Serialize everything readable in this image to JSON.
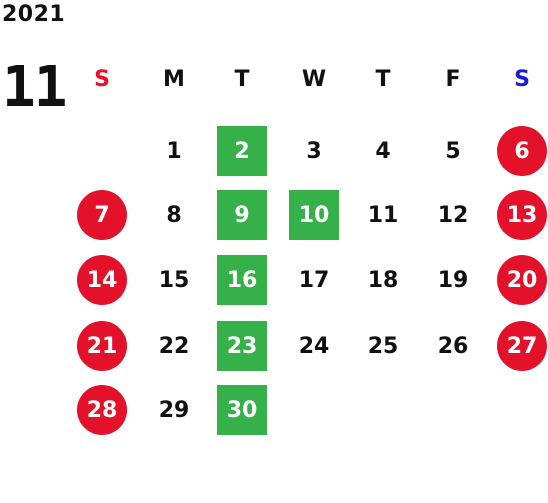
{
  "calendar": {
    "year": "2021",
    "month": "11",
    "weekdays": [
      {
        "label": "S",
        "color": "#e8102a"
      },
      {
        "label": "M",
        "color": "#111111"
      },
      {
        "label": "T",
        "color": "#111111"
      },
      {
        "label": "W",
        "color": "#111111"
      },
      {
        "label": "T",
        "color": "#111111"
      },
      {
        "label": "F",
        "color": "#111111"
      },
      {
        "label": "S",
        "color": "#1a1ad8"
      }
    ],
    "holiday_color": "#e3122a",
    "marked_color": "#36b049",
    "weeks": [
      [
        {
          "day": "",
          "style": "empty"
        },
        {
          "day": "1",
          "style": "normal"
        },
        {
          "day": "2",
          "style": "marked"
        },
        {
          "day": "3",
          "style": "normal"
        },
        {
          "day": "4",
          "style": "normal"
        },
        {
          "day": "5",
          "style": "normal"
        },
        {
          "day": "6",
          "style": "holiday"
        }
      ],
      [
        {
          "day": "7",
          "style": "holiday"
        },
        {
          "day": "8",
          "style": "normal"
        },
        {
          "day": "9",
          "style": "marked"
        },
        {
          "day": "10",
          "style": "marked"
        },
        {
          "day": "11",
          "style": "normal"
        },
        {
          "day": "12",
          "style": "normal"
        },
        {
          "day": "13",
          "style": "holiday"
        }
      ],
      [
        {
          "day": "14",
          "style": "holiday"
        },
        {
          "day": "15",
          "style": "normal"
        },
        {
          "day": "16",
          "style": "marked"
        },
        {
          "day": "17",
          "style": "normal"
        },
        {
          "day": "18",
          "style": "normal"
        },
        {
          "day": "19",
          "style": "normal"
        },
        {
          "day": "20",
          "style": "holiday"
        }
      ],
      [
        {
          "day": "21",
          "style": "holiday"
        },
        {
          "day": "22",
          "style": "normal"
        },
        {
          "day": "23",
          "style": "marked"
        },
        {
          "day": "24",
          "style": "normal"
        },
        {
          "day": "25",
          "style": "normal"
        },
        {
          "day": "26",
          "style": "normal"
        },
        {
          "day": "27",
          "style": "holiday"
        }
      ],
      [
        {
          "day": "28",
          "style": "holiday"
        },
        {
          "day": "29",
          "style": "normal"
        },
        {
          "day": "30",
          "style": "marked"
        },
        {
          "day": "",
          "style": "empty"
        },
        {
          "day": "",
          "style": "empty"
        },
        {
          "day": "",
          "style": "empty"
        },
        {
          "day": "",
          "style": "empty"
        }
      ]
    ]
  }
}
